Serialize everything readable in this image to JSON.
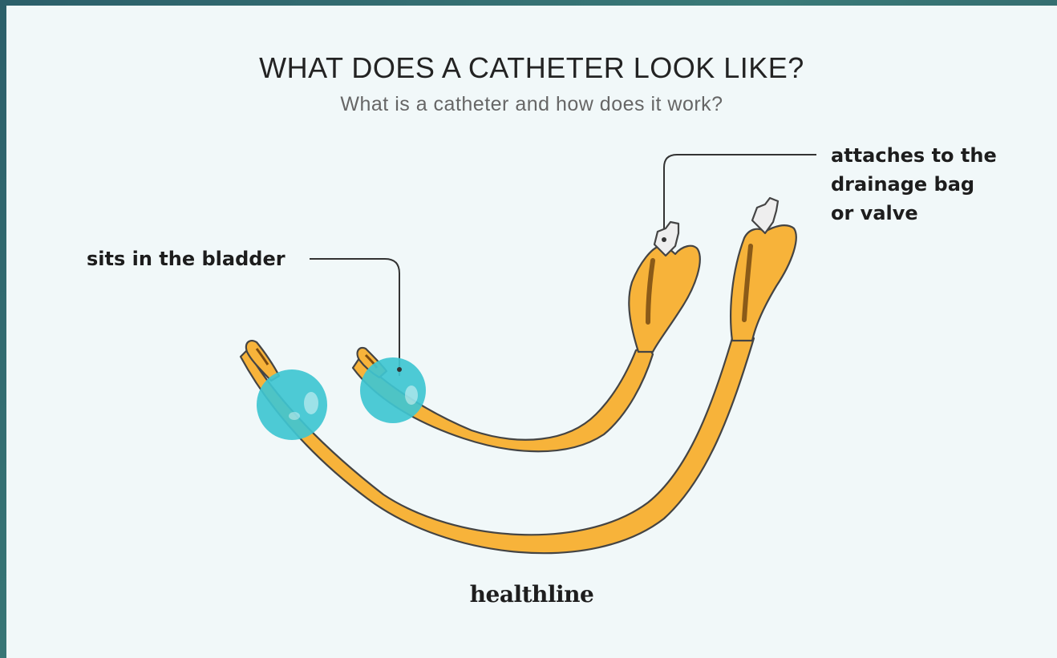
{
  "header": {
    "title": "WHAT DOES A CATHETER LOOK LIKE?",
    "subtitle": "What is a catheter and how does it work?"
  },
  "callouts": {
    "bladder": "sits in the bladder",
    "drainage": [
      "attaches to the",
      "drainage bag",
      "or valve"
    ]
  },
  "brand": {
    "name": "healthline"
  },
  "colors": {
    "tube": "#f7b33a",
    "tube_outline": "#444444",
    "balloon": "#3fc6d1",
    "connector": "#eeeeee",
    "background": "#f1f8f9"
  }
}
